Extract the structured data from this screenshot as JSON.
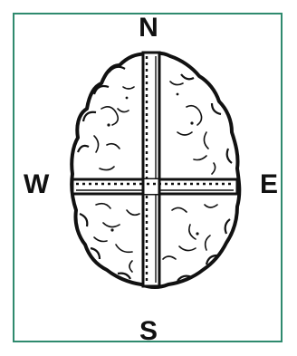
{
  "labels": {
    "north": "N",
    "south": "S",
    "west": "W",
    "east": "E"
  },
  "colors": {
    "frame": "#2f8a6e",
    "ink": "#111111"
  }
}
